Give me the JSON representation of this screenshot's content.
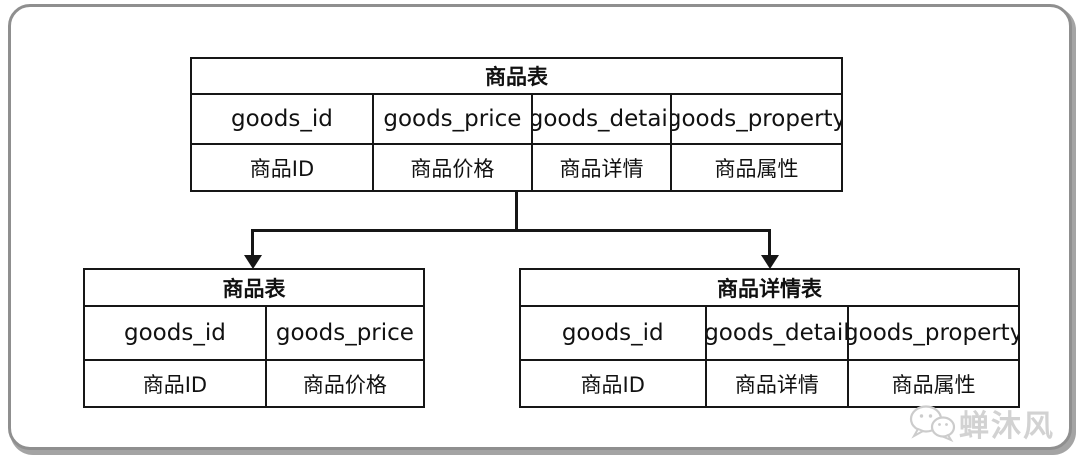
{
  "diagram": {
    "top_table": {
      "title": "商品表",
      "columns": [
        "goods_id",
        "goods_price",
        "goods_detail",
        "goods_property"
      ],
      "labels": [
        "商品ID",
        "商品价格",
        "商品详情",
        "商品属性"
      ]
    },
    "left_table": {
      "title": "商品表",
      "columns": [
        "goods_id",
        "goods_price"
      ],
      "labels": [
        "商品ID",
        "商品价格"
      ]
    },
    "right_table": {
      "title": "商品详情表",
      "columns": [
        "goods_id",
        "goods_detail",
        "goods_property"
      ],
      "labels": [
        "商品ID",
        "商品详情",
        "商品属性"
      ]
    }
  },
  "watermark": {
    "text": "蝉沐风",
    "icon": "wechat-icon"
  },
  "colors": {
    "background": "#ffffff",
    "table_border": "#161616",
    "connector": "#161616",
    "frame_border": "#8f8f8f",
    "frame_shadow": "#a4a4a4",
    "watermark_text": "#d2d2d2"
  }
}
